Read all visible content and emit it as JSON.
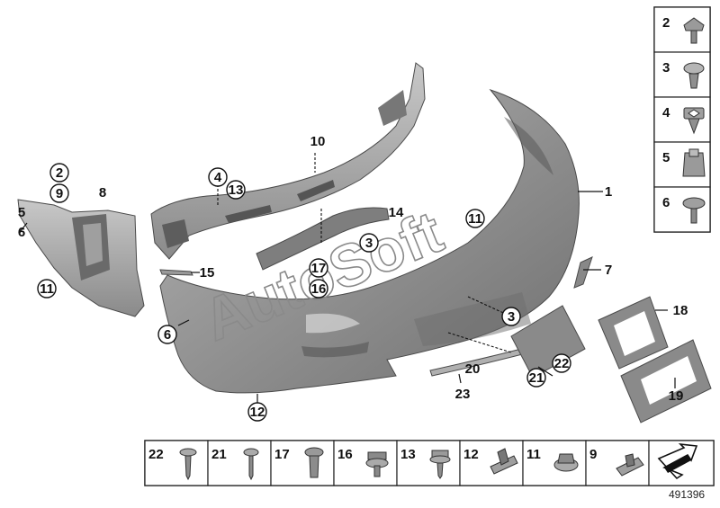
{
  "watermark": "AutoSoft",
  "catalog_number": "491396",
  "callouts": [
    {
      "id": "c1",
      "label": "1",
      "circled": false
    },
    {
      "id": "c3a",
      "label": "3",
      "circled": true
    },
    {
      "id": "c3b",
      "label": "3",
      "circled": true
    },
    {
      "id": "c4",
      "label": "4",
      "circled": true
    },
    {
      "id": "c13",
      "label": "13",
      "circled": true
    },
    {
      "id": "c2",
      "label": "2",
      "circled": true
    },
    {
      "id": "c9",
      "label": "9",
      "circled": true
    },
    {
      "id": "c8",
      "label": "8",
      "circled": false
    },
    {
      "id": "c5",
      "label": "5",
      "circled": false
    },
    {
      "id": "c6a",
      "label": "6",
      "circled": false
    },
    {
      "id": "c6b",
      "label": "6",
      "circled": true
    },
    {
      "id": "c7",
      "label": "7",
      "circled": false
    },
    {
      "id": "c10",
      "label": "10",
      "circled": false
    },
    {
      "id": "c11a",
      "label": "11",
      "circled": true
    },
    {
      "id": "c11b",
      "label": "11",
      "circled": true
    },
    {
      "id": "c12",
      "label": "12",
      "circled": true
    },
    {
      "id": "c14",
      "label": "14",
      "circled": false
    },
    {
      "id": "c15",
      "label": "15",
      "circled": false
    },
    {
      "id": "c16",
      "label": "16",
      "circled": true
    },
    {
      "id": "c17",
      "label": "17",
      "circled": true
    },
    {
      "id": "c18",
      "label": "18",
      "circled": false
    },
    {
      "id": "c19",
      "label": "19",
      "circled": false
    },
    {
      "id": "c20",
      "label": "20",
      "circled": false
    },
    {
      "id": "c21",
      "label": "21",
      "circled": true
    },
    {
      "id": "c22",
      "label": "22",
      "circled": true
    },
    {
      "id": "c23",
      "label": "23",
      "circled": false
    }
  ],
  "side_legend": [
    "2",
    "3",
    "4",
    "5",
    "6"
  ],
  "bottom_legend": [
    "22",
    "21",
    "17",
    "16",
    "13",
    "12",
    "11",
    "9"
  ]
}
